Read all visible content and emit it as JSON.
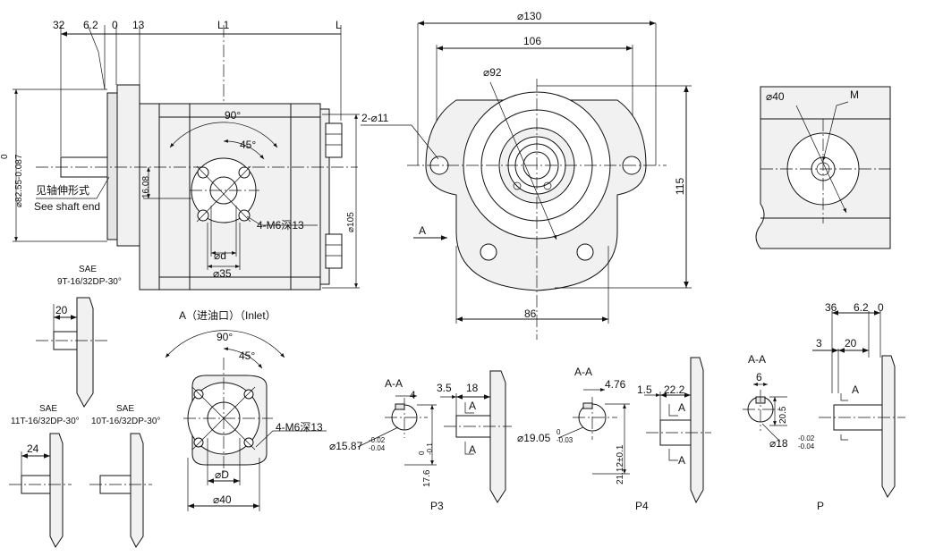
{
  "side_view": {
    "dim_32": "32",
    "dim_6_2": "6.2",
    "dim_0": "0",
    "dim_13": "13",
    "dim_L1": "L1",
    "dim_L": "L",
    "angle_90": "90°",
    "angle_45": "45°",
    "pilot_tol_0": "0",
    "pilot_dia": "⌀82.55-0.087",
    "dim_16_08": "16.08",
    "dim_d": "⌀d",
    "dim_35": "⌀35",
    "dim_105": "⌀105",
    "thread_note": "4-M6深13",
    "shaft_note_cn": "见轴伸形式",
    "shaft_note_en": "See shaft end",
    "sae_label": "SAE",
    "sae_spec_9t": "9T-16/32DP-30°"
  },
  "front_view": {
    "dim_130": "⌀130",
    "dim_106": "106",
    "dim_92": "⌀92",
    "holes": "2-⌀11",
    "dim_115": "115",
    "dim_86": "86",
    "port_a": "A"
  },
  "rear_view": {
    "dim_40": "⌀40",
    "label_m": "M"
  },
  "shaft_9t": {
    "dim_20": "20"
  },
  "inlet_port": {
    "title": "A（进油口）（Inlet）",
    "angle_90": "90°",
    "angle_45": "45°",
    "thread_note": "4-M6深13",
    "dim_D": "⌀D",
    "dim_40": "⌀40"
  },
  "shaft_11t": {
    "sae": "SAE",
    "spec": "11T-16/32DP-30°",
    "dim_24": "24"
  },
  "shaft_10t": {
    "sae": "SAE",
    "spec": "10T-16/32DP-30°"
  },
  "p3": {
    "section": "A-A",
    "dim_4": "4",
    "dim_3_5": "3.5",
    "dim_18": "18",
    "cut_a_top": "A",
    "cut_a_bottom": "A",
    "dia": "⌀15.87",
    "dia_tol_upper": "-0.02",
    "dia_tol_lower": "-0.04",
    "key_h": "17.6",
    "key_h_tol_upper": "0",
    "key_h_tol_lower": "-0.1",
    "label": "P3"
  },
  "p4": {
    "section": "A-A",
    "dim_4_76": "4.76",
    "dim_1_5": "1.5",
    "dim_22_2": "22.2",
    "cut_a_top": "A",
    "cut_a_bottom": "A",
    "dia": "⌀19.05",
    "dia_tol_upper": "0",
    "dia_tol_lower": "-0.03",
    "key_h": "21.12±0.1",
    "label": "P4"
  },
  "p": {
    "dim_36": "36",
    "dim_6_2": "6.2",
    "dim_0": "0",
    "dim_3": "3",
    "dim_20": "20",
    "section": "A-A",
    "dim_6": "6",
    "cut_a": "A",
    "dim_20_5": "20.5",
    "dia": "⌀18",
    "dia_tol_upper": "-0.02",
    "dia_tol_lower": "-0.04",
    "label": "P"
  }
}
